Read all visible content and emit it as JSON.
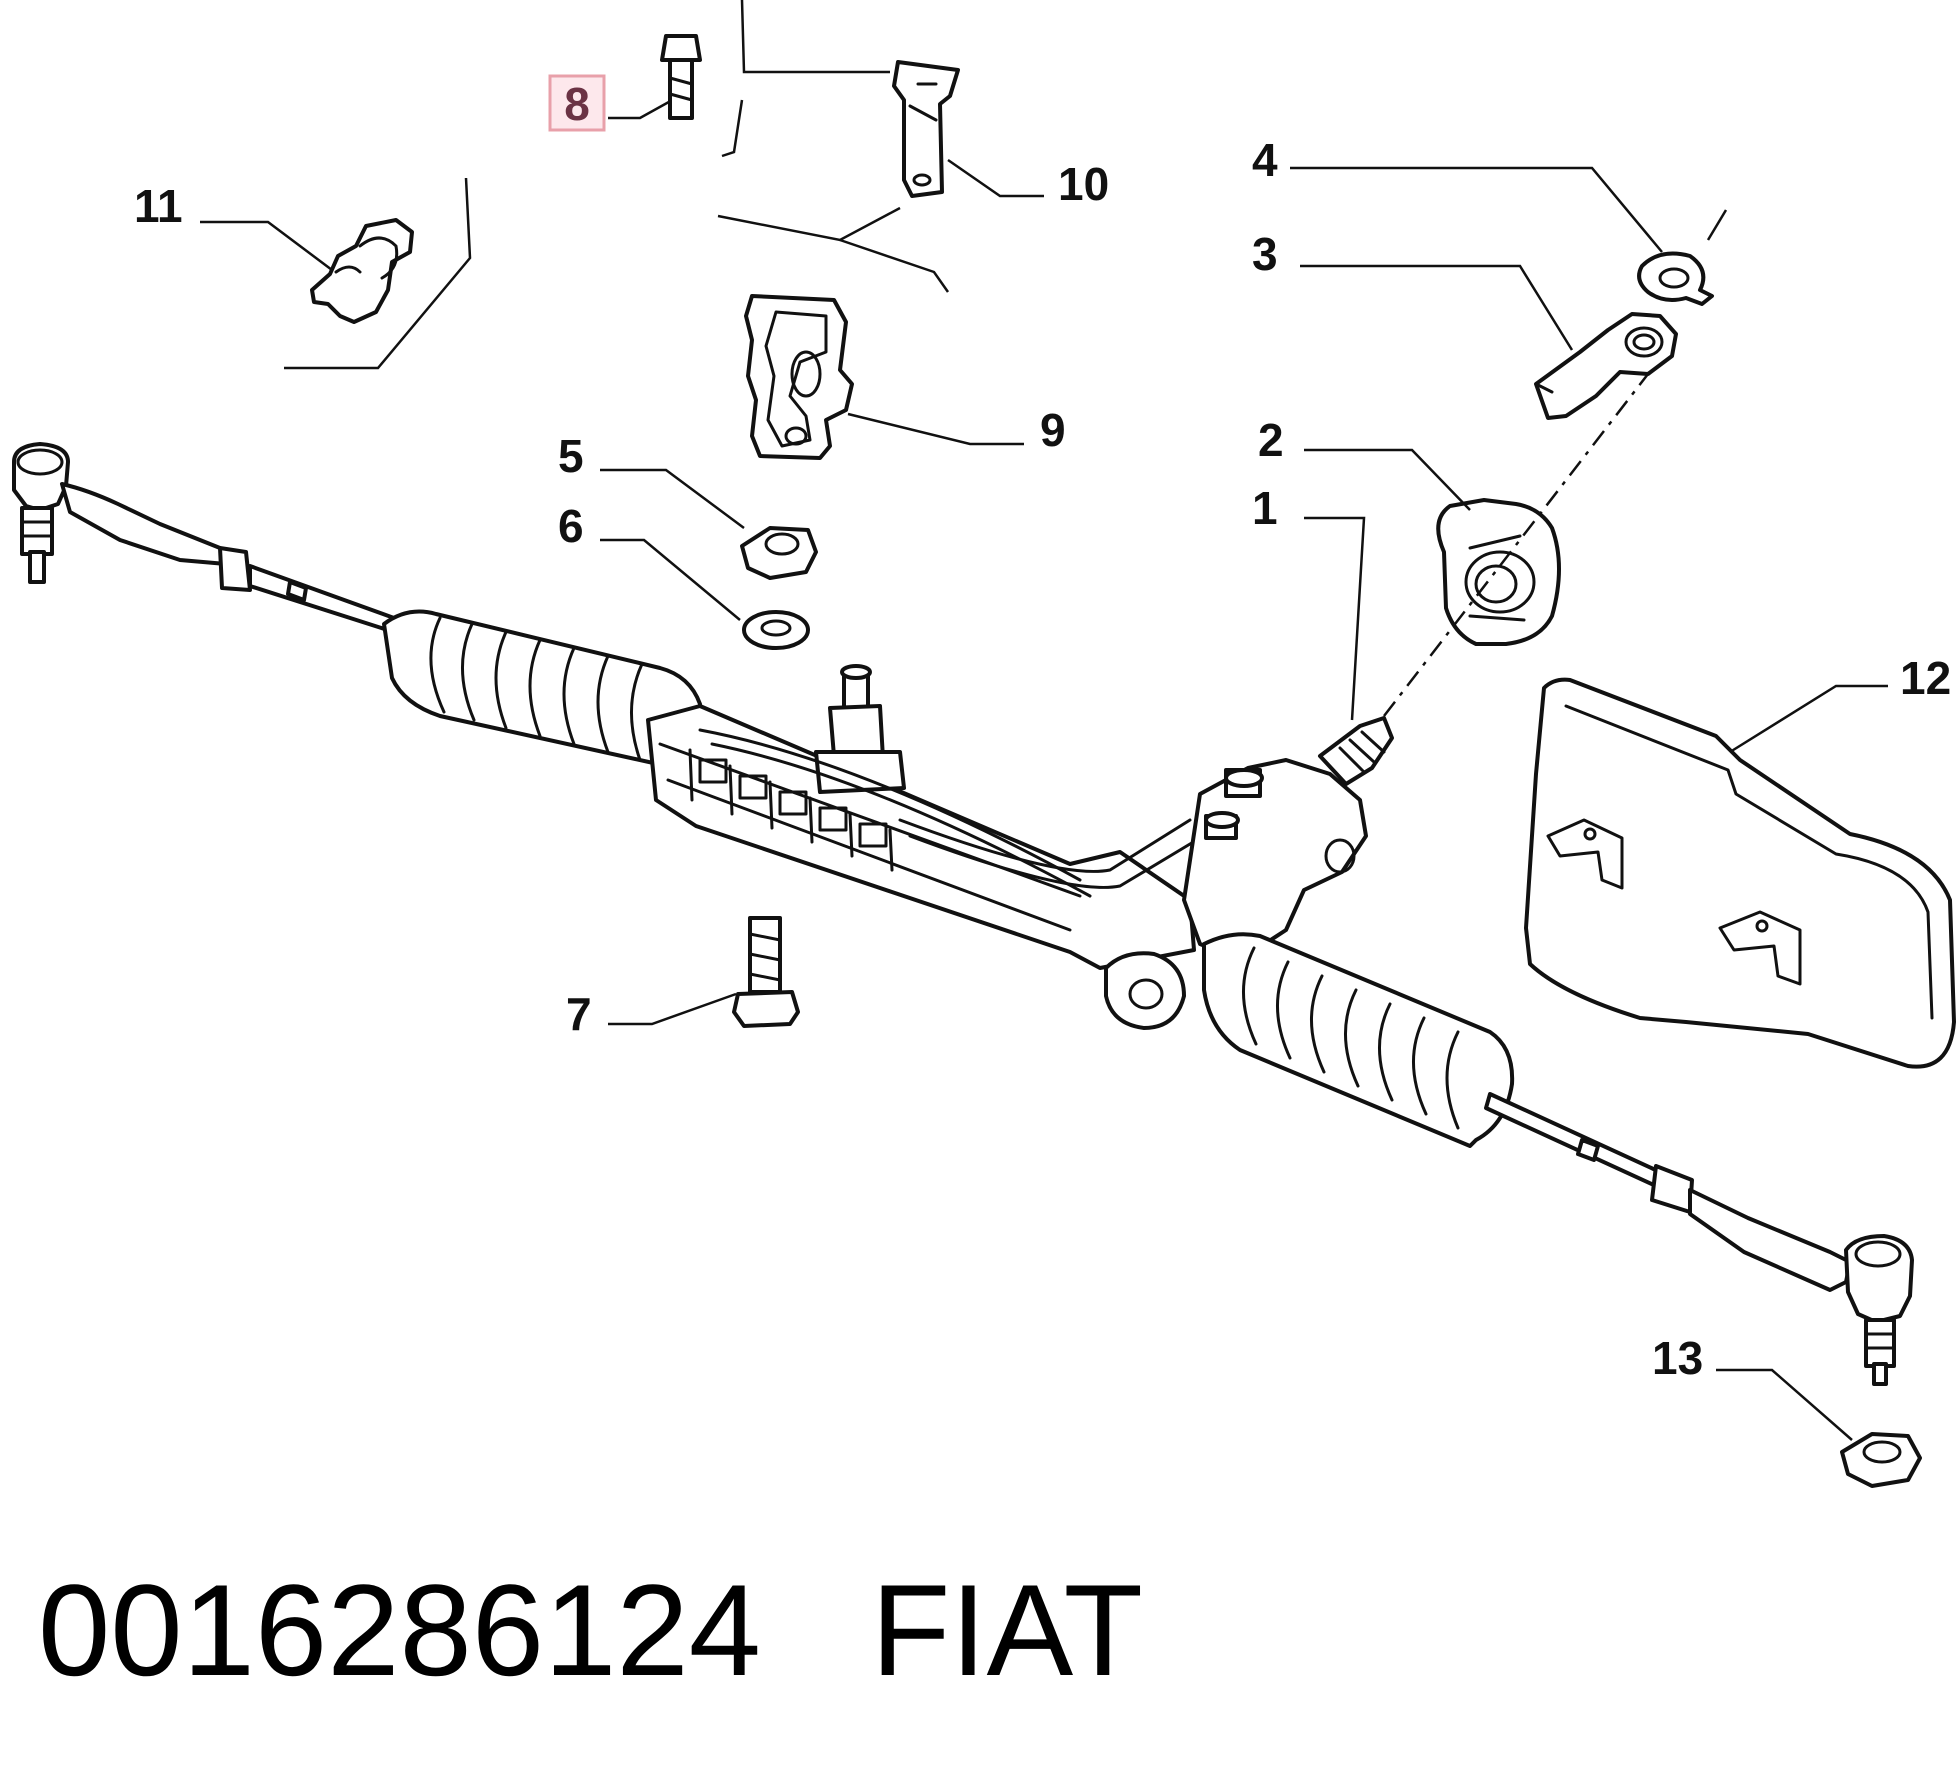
{
  "callouts": {
    "c1": "1",
    "c2": "2",
    "c3": "3",
    "c4": "4",
    "c5": "5",
    "c6": "6",
    "c7": "7",
    "c8": "8",
    "c9": "9",
    "c10": "10",
    "c11": "11",
    "c12": "12",
    "c13": "13"
  },
  "highlighted_callout": "8",
  "caption": {
    "part_number": "0016286124",
    "brand": "FIAT"
  },
  "colors": {
    "line": "#111111",
    "highlight_border": "#e8a0aa",
    "highlight_fill": "#fde8ec",
    "highlight_text": "#6b3344"
  }
}
